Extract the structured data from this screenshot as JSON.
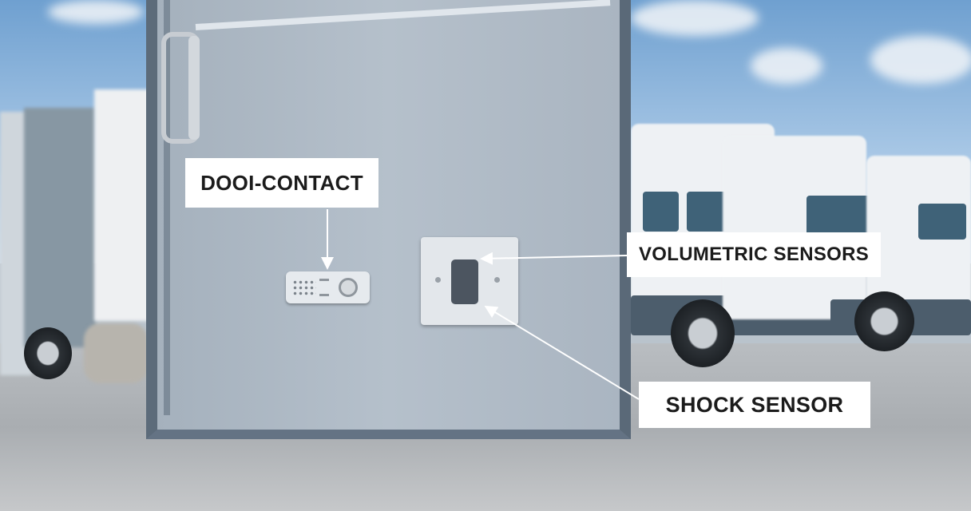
{
  "labels": {
    "door_contact": "DOOI-CONTACT",
    "volumetric": "VOLUMETRIC SENSORS",
    "shock": "SHOCK SENSOR"
  },
  "colors": {
    "door": "#b0bbc6",
    "frame": "#5c6b7a",
    "label_bg": "#ffffff"
  }
}
